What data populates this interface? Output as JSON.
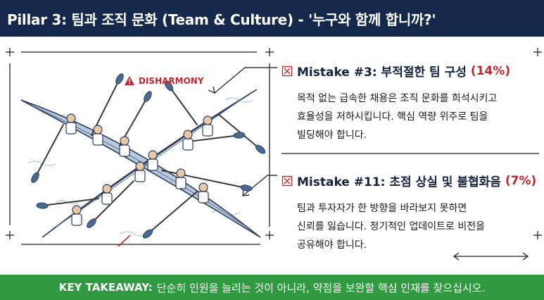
{
  "header": {
    "title": "Pillar 3: 팀과 조직 문화 (Team & Culture) - '누구와 함께 합니까?'"
  },
  "illustration": {
    "warning_label": "DISHARMONY"
  },
  "mistakes": [
    {
      "title": "Mistake #3: 부적절한 팀 구성",
      "percent": "(14%)",
      "lines": [
        "목적 없는 급속한 채용은 조직 문화를 희석시키고",
        "효율성을 저하시킵니다. 핵심 역량 위주로 팀을",
        "빌딩해야 합니다."
      ]
    },
    {
      "title": "Mistake #11: 초점 상실 및 불협화음",
      "percent": "(7%)",
      "lines": [
        "팀과 투자자가 한 방향을 바라보지 못하면",
        "신뢰를 잃습니다. 정기적인 업데이트로 비전을",
        "공유해야 합니다."
      ]
    }
  ],
  "footer": {
    "label": "KEY TAKEAWAY:",
    "text": "단순히 인원을 늘리는 것이 아니라, 약점을 보완할 핵심 인재를 찾으십시오."
  },
  "colors": {
    "header_bg": "#14284b",
    "footer_bg": "#2f9a3f",
    "accent_red": "#c0262d",
    "boat": "#b9c8dc"
  }
}
